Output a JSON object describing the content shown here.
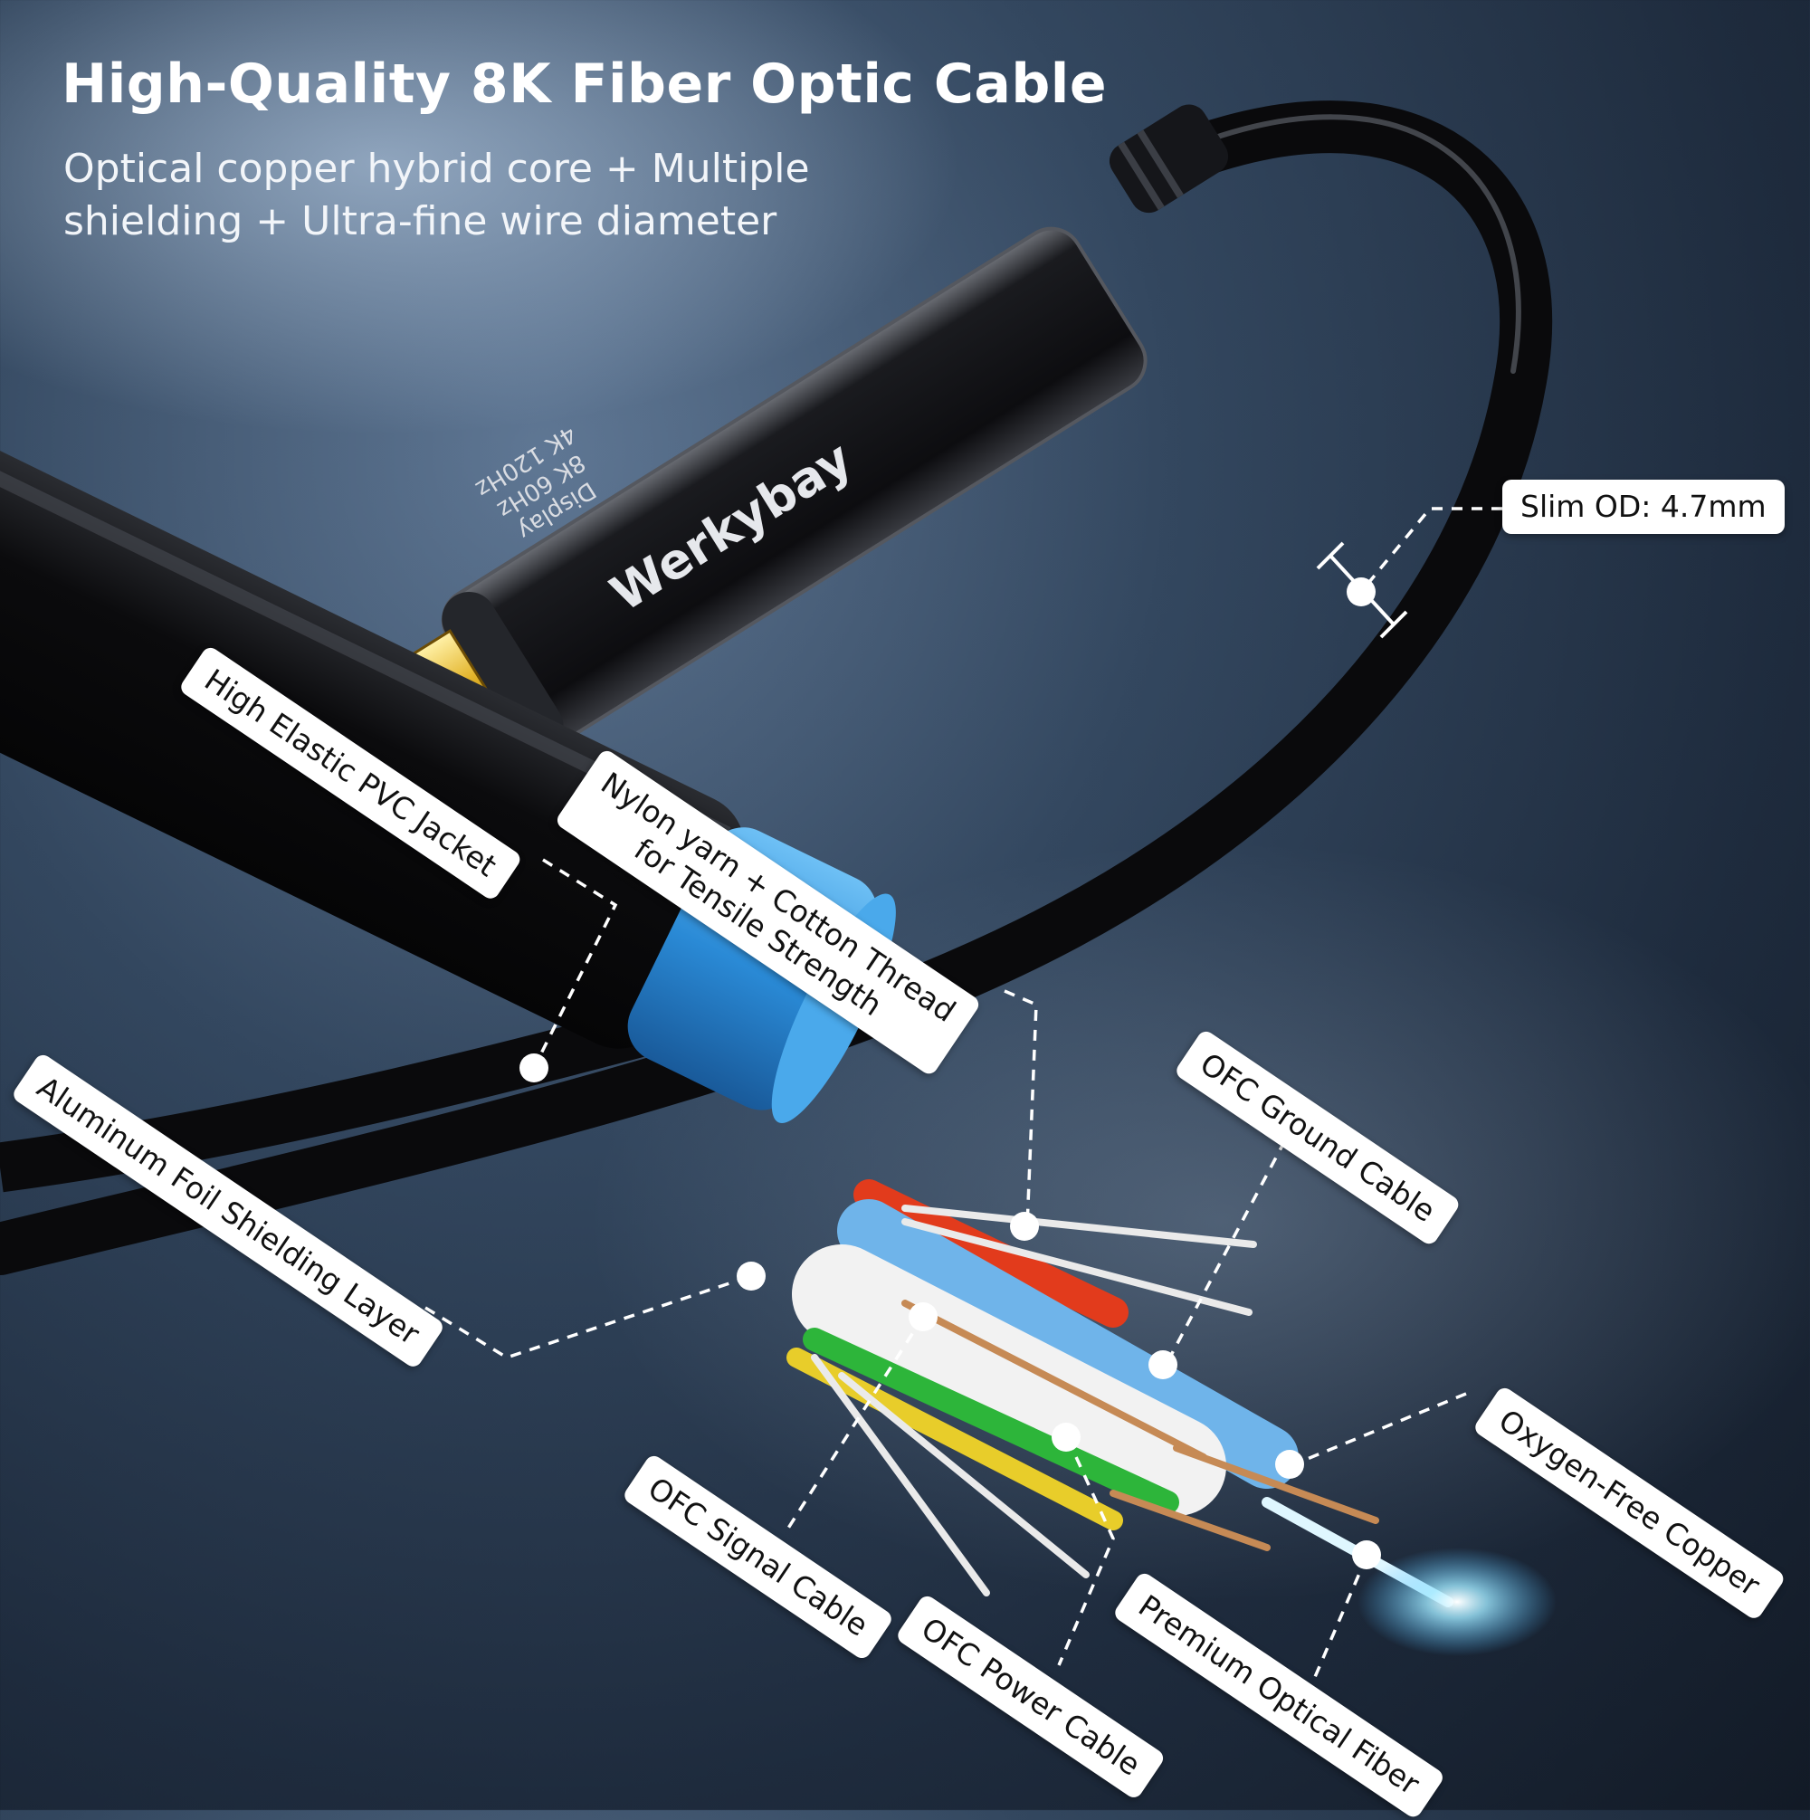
{
  "headline": "High-Quality 8K Fiber Optic Cable",
  "subline": "Optical copper hybrid core + Multiple shielding + Ultra-fine wire diameter",
  "connector": {
    "brand": "Werkybay",
    "spec_lines": [
      "Display",
      "8K 60Hz",
      "4K 120Hz"
    ]
  },
  "callouts": {
    "slim_od": "Slim OD: 4.7mm",
    "pvc_jacket": "High Elastic PVC Jacket",
    "nylon_line1": "Nylon yarn + Cotton Thread",
    "nylon_line2": "for Tensile Strength",
    "ground": "OFC Ground Cable",
    "foil": "Aluminum Foil Shielding Layer",
    "oxygen_free": "Oxygen-Free Copper",
    "signal": "OFC Signal Cable",
    "power": "OFC Power Cable",
    "optical": "Premium Optical Fiber"
  },
  "colors": {
    "background": "#2b3b52",
    "cable_jacket": "#0c0c0e",
    "foil_shield": "#2f8fd8",
    "connector_gold": "#d8a619",
    "label_bg": "#ffffff"
  }
}
